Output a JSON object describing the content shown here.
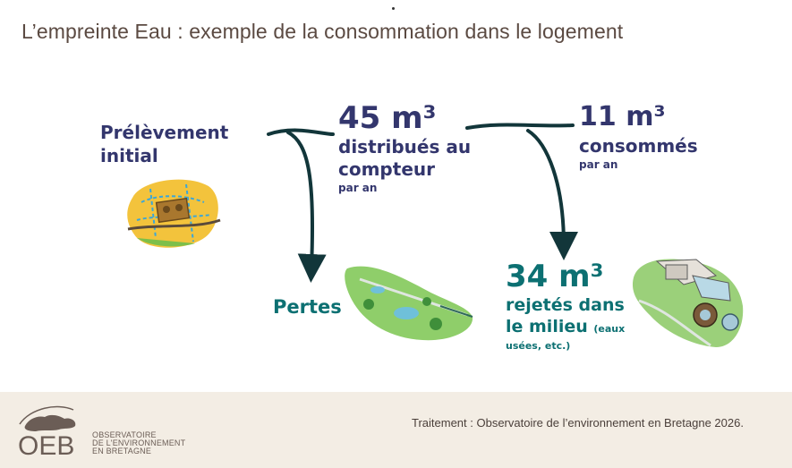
{
  "title": "L’empreinte Eau : exemple de la consommation dans le logement",
  "nodes": {
    "prelevement": {
      "line1": "Prélèvement",
      "line2": "initial"
    },
    "distribues": {
      "value": "45 m³",
      "line1": "distribués au",
      "line2": "compteur",
      "unit": "par an"
    },
    "consommes": {
      "value": "11 m³",
      "line1": "consommés",
      "unit": "par an"
    },
    "pertes": {
      "label": "Pertes"
    },
    "rejetes": {
      "value": "34 m³",
      "line1": "rejetés dans",
      "line2": "le milieu",
      "note1": "(eaux",
      "note2": "usées, etc.)"
    }
  },
  "footer": {
    "credit": "Traitement : Observatoire de l’environnement en Bretagne 2026.",
    "logo_text": "OEB",
    "org_line1": "OBSERVATOIRE",
    "org_line2": "DE L'ENVIRONNEMENT",
    "org_line3": "EN BRETAGNE"
  },
  "colors": {
    "navy": "#33366d",
    "teal": "#0c7072",
    "arrow": "#12363a",
    "footer_bg": "#f3ede4",
    "title": "#5b4a42"
  }
}
